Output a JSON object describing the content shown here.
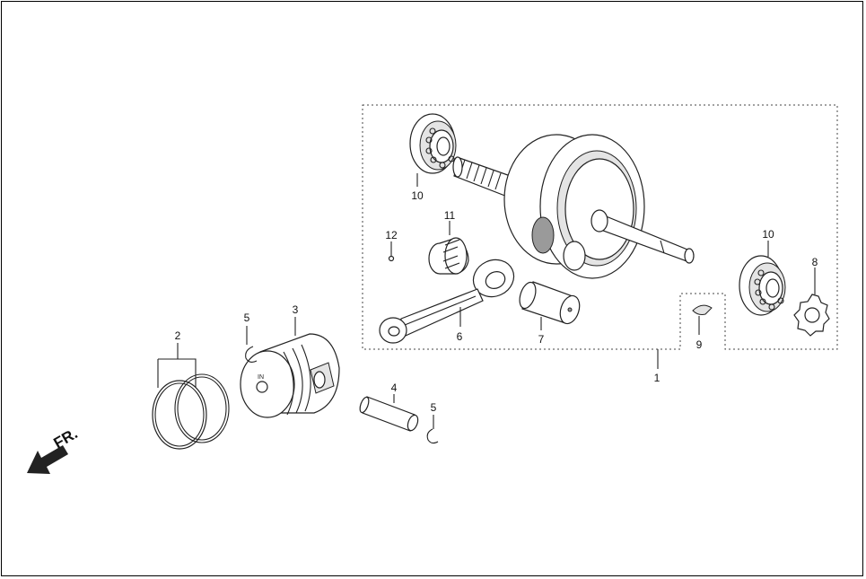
{
  "diagram": {
    "direction_label": "FR.",
    "piston_stamp": "IN",
    "callouts": [
      {
        "id": "callout-1",
        "label": "1"
      },
      {
        "id": "callout-2",
        "label": "2"
      },
      {
        "id": "callout-3",
        "label": "3"
      },
      {
        "id": "callout-4",
        "label": "4"
      },
      {
        "id": "callout-5a",
        "label": "5"
      },
      {
        "id": "callout-5b",
        "label": "5"
      },
      {
        "id": "callout-6",
        "label": "6"
      },
      {
        "id": "callout-7",
        "label": "7"
      },
      {
        "id": "callout-8",
        "label": "8"
      },
      {
        "id": "callout-9",
        "label": "9"
      },
      {
        "id": "callout-10a",
        "label": "10"
      },
      {
        "id": "callout-10b",
        "label": "10"
      },
      {
        "id": "callout-11",
        "label": "11"
      },
      {
        "id": "callout-12",
        "label": "12"
      }
    ]
  }
}
